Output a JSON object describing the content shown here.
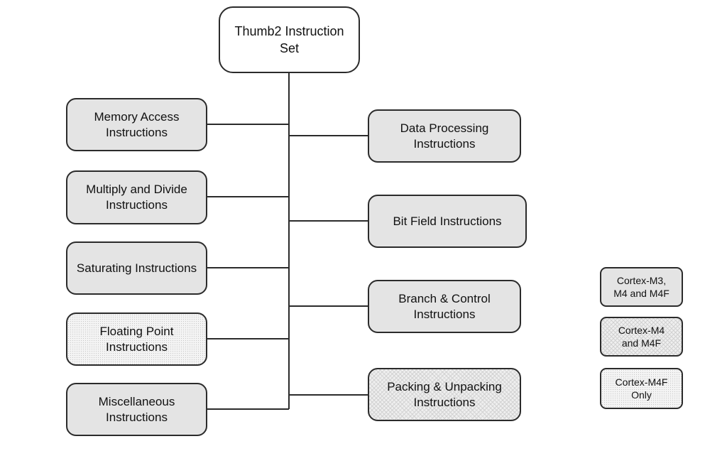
{
  "root": {
    "label": "Thumb2 Instruction\nSet"
  },
  "left_categories": [
    {
      "label": "Memory Access\nInstructions",
      "style": "solid"
    },
    {
      "label": "Multiply and Divide\nInstructions",
      "style": "solid"
    },
    {
      "label": "Saturating Instructions",
      "style": "solid"
    },
    {
      "label": "Floating Point\nInstructions",
      "style": "dotted"
    },
    {
      "label": "Miscellaneous\nInstructions",
      "style": "solid"
    }
  ],
  "right_categories": [
    {
      "label": "Data Processing\nInstructions",
      "style": "solid"
    },
    {
      "label": "Bit Field Instructions",
      "style": "solid"
    },
    {
      "label": "Branch & Control\nInstructions",
      "style": "solid"
    },
    {
      "label": "Packing & Unpacking\nInstructions",
      "style": "hatched"
    }
  ],
  "legend": [
    {
      "label": "Cortex-M3,\nM4 and M4F",
      "style": "solid"
    },
    {
      "label": "Cortex-M4\nand M4F",
      "style": "hatched"
    },
    {
      "label": "Cortex-M4F\nOnly",
      "style": "dotted"
    }
  ]
}
